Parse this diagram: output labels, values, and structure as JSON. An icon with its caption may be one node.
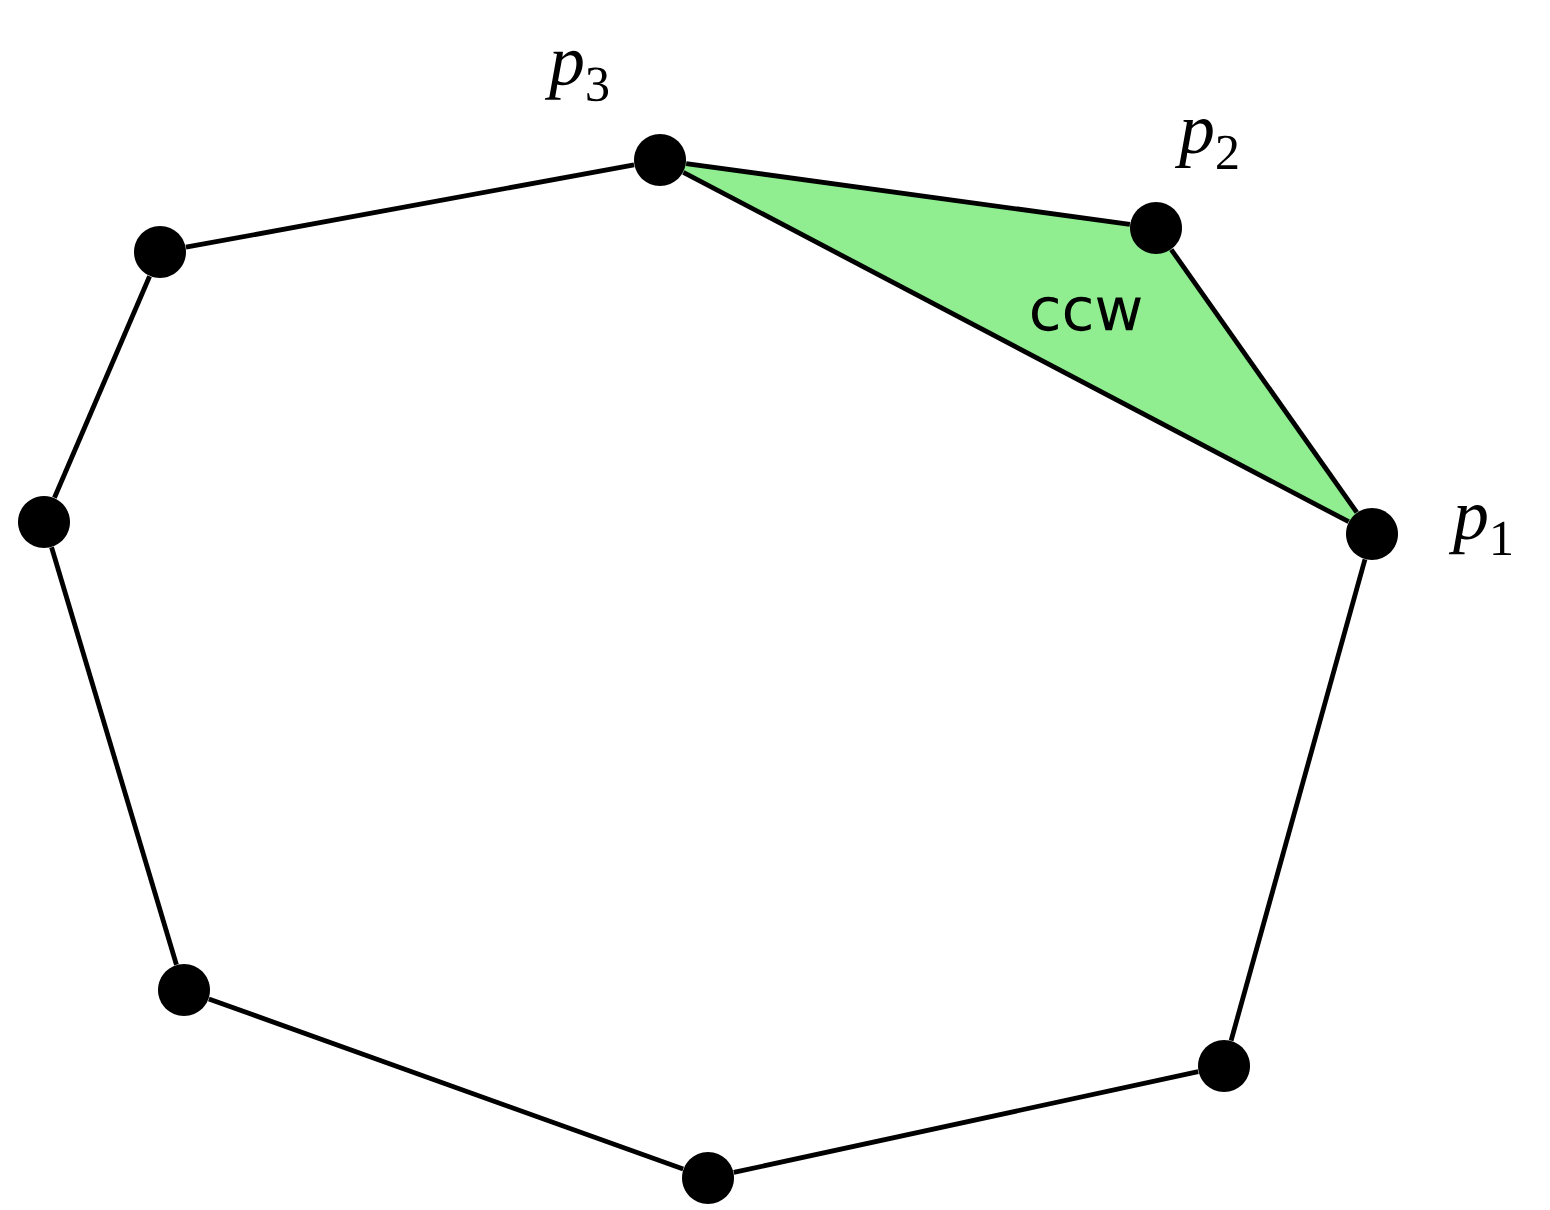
{
  "diagram": {
    "nodes": [
      {
        "text": [],
        "shape": "circle",
        "beside": [
          "*p*$_{3}$"
        ]
      },
      {
        "text": [],
        "shape": "circle",
        "beside": [
          "*p*$_{2}$"
        ]
      },
      {
        "text": [],
        "shape": "circle",
        "beside": [
          "*p*$_{1}$"
        ]
      },
      {
        "text": [],
        "shape": "circle"
      },
      {
        "text": [],
        "shape": "circle"
      },
      {
        "text": [],
        "shape": "circle"
      },
      {
        "text": [],
        "shape": "circle"
      },
      {
        "text": [],
        "shape": "circle"
      }
    ],
    "edges": [
      {
        "from": 0,
        "to": 1,
        "arrow": "none"
      },
      {
        "from": 1,
        "to": 2,
        "arrow": "none"
      },
      {
        "from": 2,
        "to": 3,
        "arrow": "none"
      },
      {
        "from": 3,
        "to": 4,
        "arrow": "none"
      },
      {
        "from": 4,
        "to": 5,
        "arrow": "none"
      },
      {
        "from": 5,
        "to": 6,
        "arrow": "none"
      },
      {
        "from": 6,
        "to": 7,
        "arrow": "none"
      },
      {
        "from": 7,
        "to": 0,
        "arrow": "none"
      },
      {
        "from": 2,
        "to": 0,
        "arrow": "none"
      }
    ],
    "labels": [
      "ccw"
    ]
  }
}
